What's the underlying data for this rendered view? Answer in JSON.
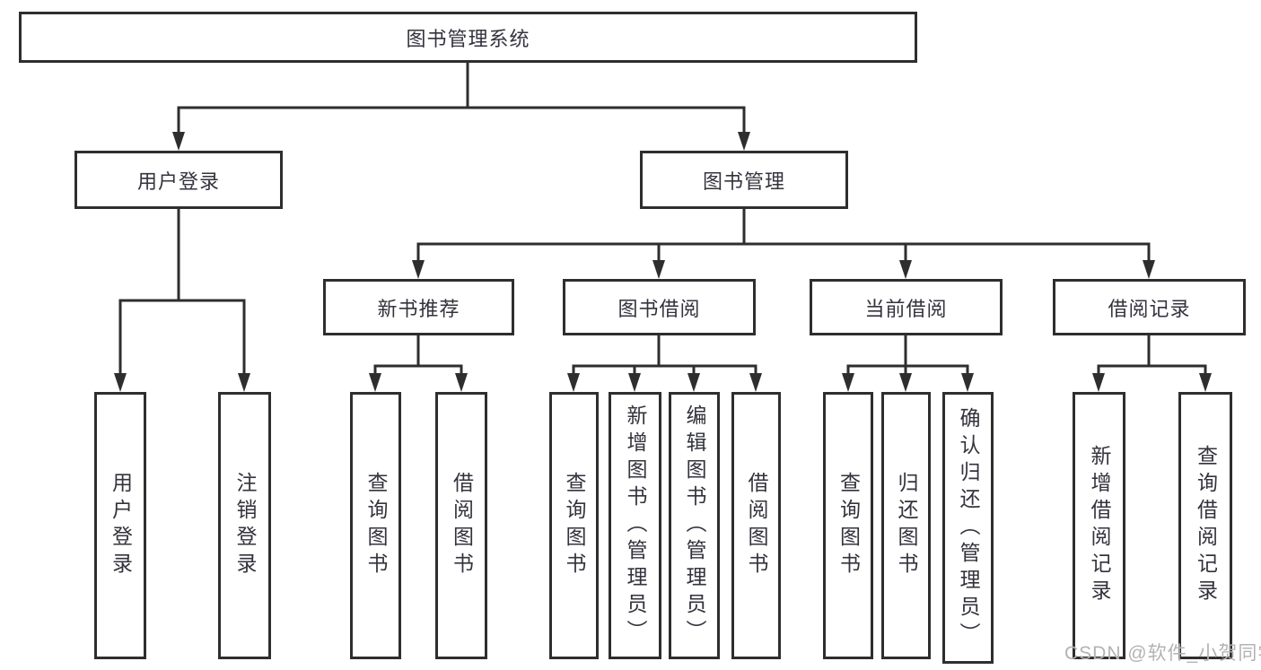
{
  "diagram": {
    "root": {
      "label": "图书管理系统"
    },
    "level2": [
      {
        "label": "用户登录"
      },
      {
        "label": "图书管理"
      }
    ],
    "level3": [
      {
        "label": "新书推荐"
      },
      {
        "label": "图书借阅"
      },
      {
        "label": "当前借阅"
      },
      {
        "label": "借阅记录"
      }
    ],
    "groups": [
      {
        "parent": "用户登录",
        "children": [
          "用户登录",
          "注销登录"
        ]
      },
      {
        "parent": "新书推荐",
        "children": [
          "查询图书",
          "借阅图书"
        ]
      },
      {
        "parent": "图书借阅",
        "children": [
          "查询图书",
          "新增图书（管理员）",
          "编辑图书（管理员）",
          "借阅图书"
        ]
      },
      {
        "parent": "当前借阅",
        "children": [
          "查询图书",
          "归还图书",
          "确认归还（管理员）"
        ]
      },
      {
        "parent": "借阅记录",
        "children": [
          "新增借阅记录",
          "查询借阅记录"
        ]
      }
    ],
    "colors": {
      "line": "#2e2e2e",
      "box_border": "#2e2e2e",
      "text": "#33333d",
      "background": "#ffffff",
      "watermark": "#b3b3b3"
    }
  },
  "watermark": {
    "text": "CSDN @软件_小贺同学"
  }
}
